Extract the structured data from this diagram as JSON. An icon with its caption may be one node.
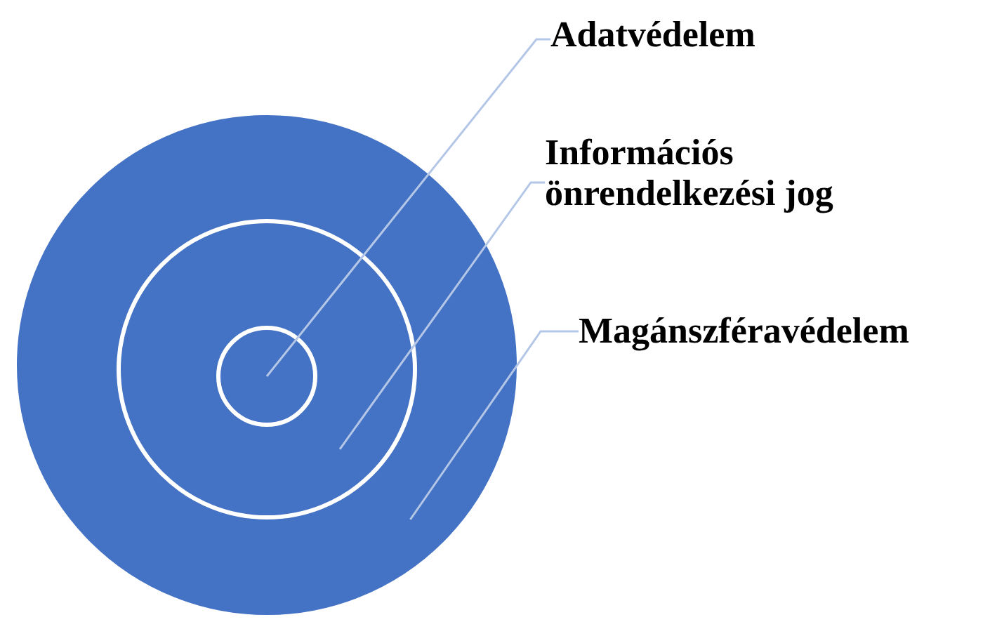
{
  "diagram": {
    "nodes": [
      {
        "text": [],
        "shape": "circle"
      },
      {
        "text": [],
        "shape": "circle",
        "in": 0
      },
      {
        "text": [],
        "shape": "circle",
        "in": 1
      },
      {
        "text": [
          "Adatvédelem"
        ]
      },
      {
        "text": [
          "Információs önrendelkezési jog"
        ]
      },
      {
        "text": [
          "Magánszféravédelem"
        ]
      }
    ],
    "edges": [
      {
        "from": 3,
        "to": 2,
        "arrow": "none"
      },
      {
        "from": 4,
        "to": 1,
        "arrow": "none"
      },
      {
        "from": 5,
        "to": 0,
        "arrow": "none"
      }
    ]
  }
}
